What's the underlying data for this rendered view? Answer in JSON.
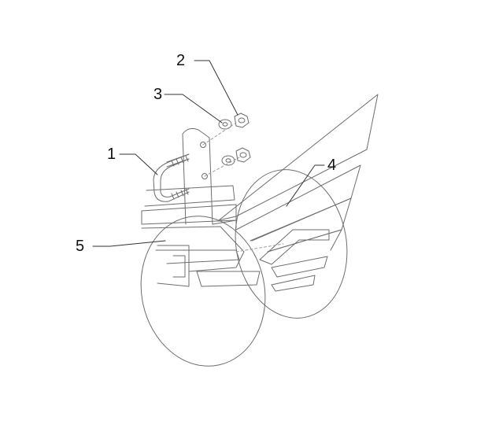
{
  "callouts": [
    {
      "label": "1",
      "part": "u-bolt"
    },
    {
      "label": "2",
      "part": "nut"
    },
    {
      "label": "3",
      "part": "washer"
    },
    {
      "label": "4",
      "part": "mudflap-rear"
    },
    {
      "label": "5",
      "part": "mudflap-front"
    }
  ],
  "colors": {
    "line": "#6e6e6e",
    "text": "#111111",
    "background": "#ffffff"
  }
}
